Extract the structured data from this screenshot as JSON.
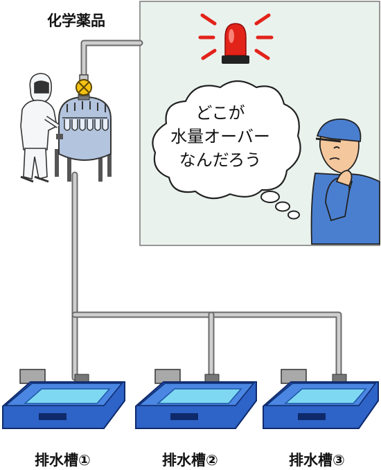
{
  "chemical_label": "化学薬品",
  "thought_lines": [
    "どこが",
    "水量オーバー",
    "なんだろう"
  ],
  "tanks": [
    {
      "label": "排水槽①"
    },
    {
      "label": "排水槽②"
    },
    {
      "label": "排水槽③"
    }
  ],
  "icons": [
    "alarm-light-icon",
    "valve-icon",
    "reactor-tank-icon",
    "operator-icon",
    "worker-icon"
  ],
  "colors": {
    "panel_bg": "#eaf2ee",
    "pipe": "#c3c3c3",
    "tank_blue": "#2e63c7",
    "water": "#7fd8f2",
    "alarm_red": "#e2231a",
    "worker_blue": "#4a7fd0"
  }
}
